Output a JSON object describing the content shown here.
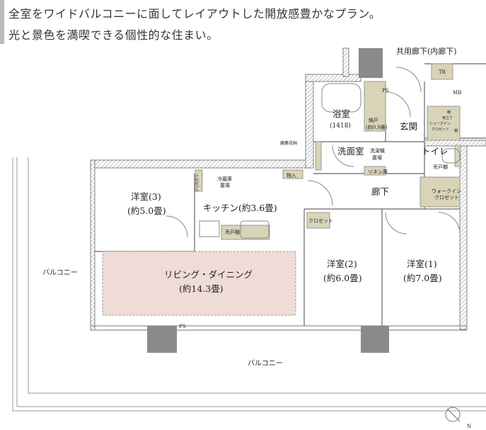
{
  "header": {
    "line1": "全室をワイドバルコニーに面してレイアウトした開放感豊かなプラン。",
    "line2": "光と景色を満喫できる個性的な住まい。"
  },
  "rooms": {
    "common_corridor": "共用廊下(内廊下)",
    "tr": "TR",
    "mb": "MB",
    "ps_top": "PS",
    "ps_bottom": "PS",
    "bath": "浴室",
    "bath_size": "(1418)",
    "storage": "納戸",
    "storage_size": "(約0.9畳)",
    "entrance": "玄関",
    "shelf1": "棚",
    "umbrella": "傘立て",
    "shoe_closet1": "シューズイン",
    "shoe_closet2": "クロゼット",
    "shelf2": "棚",
    "attic_storage": "鏡裏収納",
    "washroom": "洗面室",
    "laundry1": "洗濯機",
    "laundry2": "置場",
    "linen": "リネン庫",
    "toilet": "トイレ",
    "toilet_shelf": "吊戸棚",
    "walkin1": "ウォークイン",
    "walkin2": "クロゼット",
    "corridor": "廊下",
    "closet_storage": "物入",
    "fridge1": "冷蔵庫",
    "fridge2": "置場",
    "closet_v": "クロゼット",
    "western3": "洋室(3)",
    "western3_size": "(約5.0畳)",
    "kitchen": "キッチン(約3.6畳)",
    "kitchen_shelf": "吊戸棚",
    "closet2": "クロゼット",
    "living": "リビング・ダイニング",
    "living_size": "(約14.3畳)",
    "western2": "洋室(2)",
    "western2_size": "(約6.0畳)",
    "western1": "洋室(1)",
    "western1_size": "(約7.0畳)",
    "balcony_left": "バルコニー",
    "balcony_bottom": "バルコニー",
    "north": "N"
  },
  "colors": {
    "storage": "#d9d4b8",
    "living": "#efdcd6",
    "wall": "#8c8c8c",
    "column": "#8a8a8a"
  }
}
